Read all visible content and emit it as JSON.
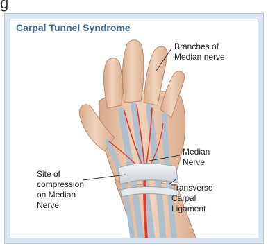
{
  "top_fragment": "g",
  "diagram": {
    "title": "Carpal Tunnel Syndrome",
    "labels": {
      "branches": "Branches of\nMedian nerve",
      "median": "Median\nNerve",
      "site": "Site of\ncompression\non Median\nNerve",
      "ligament": "Transverse\nCarpal\nLigament"
    }
  },
  "colors": {
    "title": "#3f6b9e",
    "frame": "#dce6f1",
    "skin": "#ecc9ae",
    "skin_shadow": "#d9a98a",
    "tendon": "#aebfcf",
    "nerve": "#e23a2c",
    "ligament": "#dfe3e6"
  }
}
